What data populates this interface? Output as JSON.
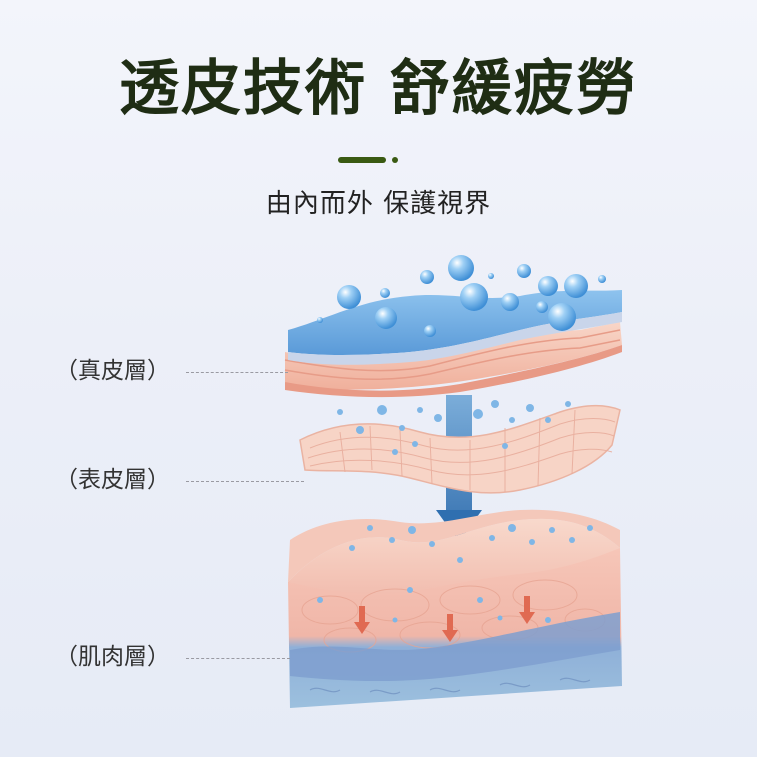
{
  "title": "透皮技術 舒緩疲勞",
  "subtitle": "由內而外 保護視界",
  "layers": [
    {
      "label": "（真皮層）"
    },
    {
      "label": "（表皮層）"
    },
    {
      "label": "（肌肉層）"
    }
  ],
  "colors": {
    "title": "#1f2d14",
    "accent": "#3a5a12",
    "water_blue": "#5aa8e0",
    "skin_pink": "#f4c3b2",
    "muscle_pink": "#f0b5a6",
    "deep_blue": "#7fa6d0"
  }
}
